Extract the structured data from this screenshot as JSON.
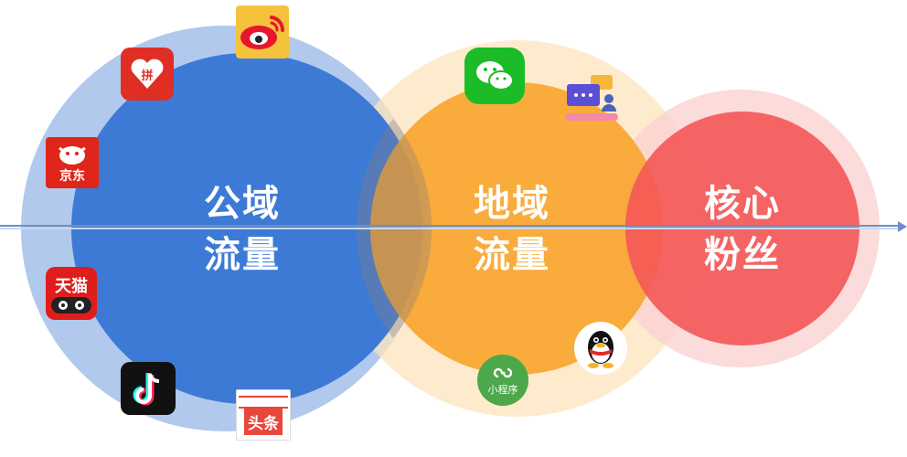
{
  "diagram": {
    "public_traffic": {
      "line1": "公域",
      "line2": "流量"
    },
    "private_traffic": {
      "line1": "地域",
      "line2": "流量"
    },
    "core_fans": {
      "line1": "核心",
      "line2": "粉丝"
    }
  },
  "apps": {
    "jd": {
      "text": "京东"
    },
    "tmall": {
      "text": "天猫"
    },
    "pinduoduo": {
      "text": "拼"
    },
    "toutiao": {
      "text": "头条"
    },
    "miniprogram": {
      "text": "小程序"
    }
  },
  "colors": {
    "public_outer": "#a9c3ea",
    "public_inner": "#3d7ad6",
    "private_outer": "#fde4bd",
    "private_inner": "#f8a42c",
    "core_outer": "#fbd2d2",
    "core_inner": "#f45656",
    "arrow": "#6a8fc8"
  }
}
